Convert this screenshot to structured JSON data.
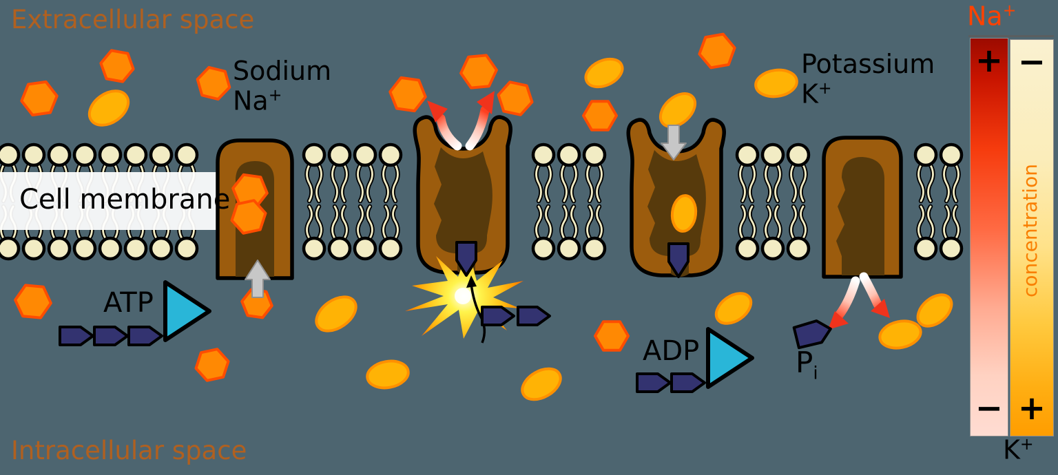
{
  "labels": {
    "extracellular_space": "Extracellular space",
    "intracellular_space": "Intracellular space",
    "cell_membrane": "Cell membrane",
    "sodium": {
      "name": "Sodium",
      "symbol": "Na",
      "charge": "+"
    },
    "potassium": {
      "name": "Potassium",
      "symbol": "K",
      "charge": "+"
    },
    "atp": "ATP",
    "adp": "ADP",
    "phosphate": {
      "symbol": "P",
      "subscript": "i"
    }
  },
  "gradient_bars": {
    "na": {
      "ion": "Na",
      "charge": "+",
      "top_sign": "+",
      "bottom_sign": "−"
    },
    "k": {
      "ion": "K",
      "charge": "+",
      "top_sign": "−",
      "bottom_sign": "+"
    },
    "concentration_label": "concentration"
  },
  "colors": {
    "background": "#4d6570",
    "space_label": "#b06020",
    "na_label": "#ff4200",
    "concentration_label": "#f97f02",
    "pump_fill": "#9c5c0d",
    "pump_cavity": "#573a0c",
    "lipid_fill": "#f2ecc4",
    "sodium_fill": "#ff8903",
    "sodium_stroke": "#ff4d00",
    "potassium_fill": "#ffb305",
    "potassium_stroke": "#ff9000",
    "phosphate_fill": "#333370",
    "triangle_fill": "#29b6d8",
    "arrow_red": "#f0331c",
    "burst_core": "#ffffff",
    "burst_edge": "#ff5a00"
  }
}
